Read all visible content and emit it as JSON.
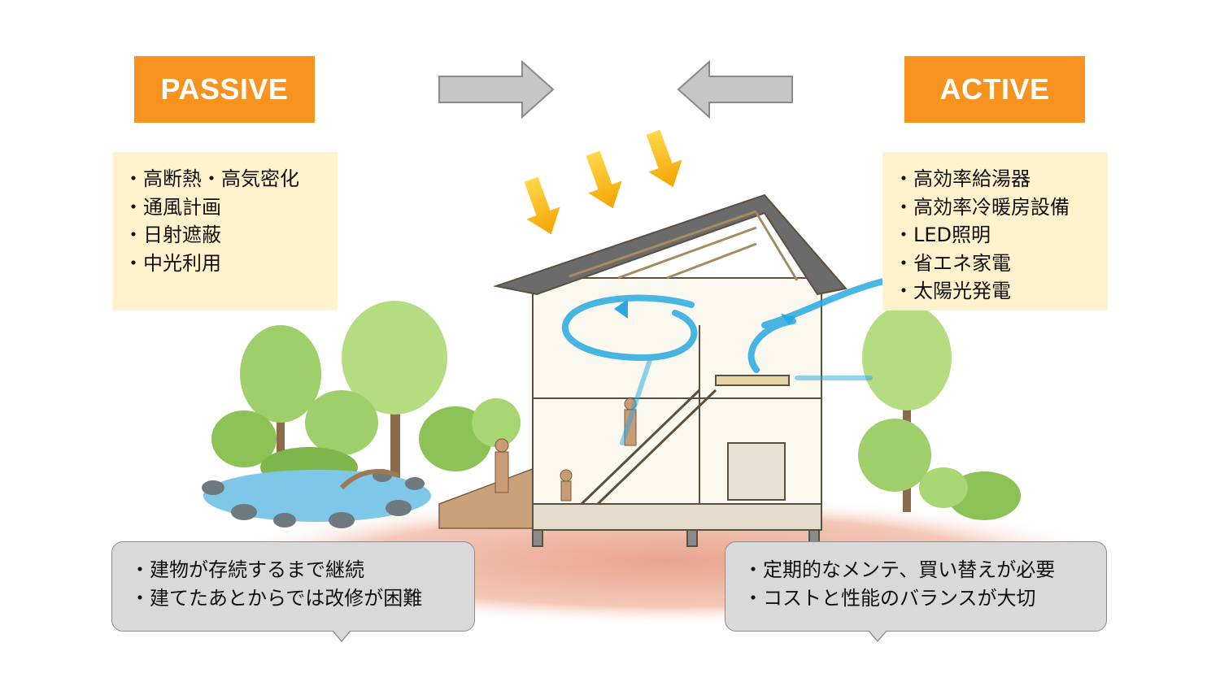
{
  "passive": {
    "label": "PASSIVE",
    "features": [
      "・高断熱・高気密化",
      "・通風計画",
      "・日射遮蔽",
      "・中光利用"
    ],
    "drawbacks": [
      "・建物が存続するまで継続",
      "・建てたあとからでは改修が困難"
    ]
  },
  "active": {
    "label": "ACTIVE",
    "features": [
      "・高効率給湯器",
      "・高効率冷暖房設備",
      "・LED照明",
      "・省エネ家電",
      "・太陽光発電"
    ],
    "drawbacks": [
      "・定期的なメンテ、買い替えが必要",
      "・コストと性能のバランスが大切"
    ]
  },
  "colors": {
    "label_bg": "#f7931e",
    "note_bg": "#fff2cc",
    "callout_bg": "#d9d9d9",
    "arrow_gray": "#c6c6c6",
    "sun_arrow": "#f7b500",
    "airflow": "#29a9e0"
  },
  "icons": {
    "arrow_right": "arrow-right-icon",
    "arrow_left": "arrow-left-icon",
    "sun_rays": "sun-ray-arrow-icon"
  }
}
